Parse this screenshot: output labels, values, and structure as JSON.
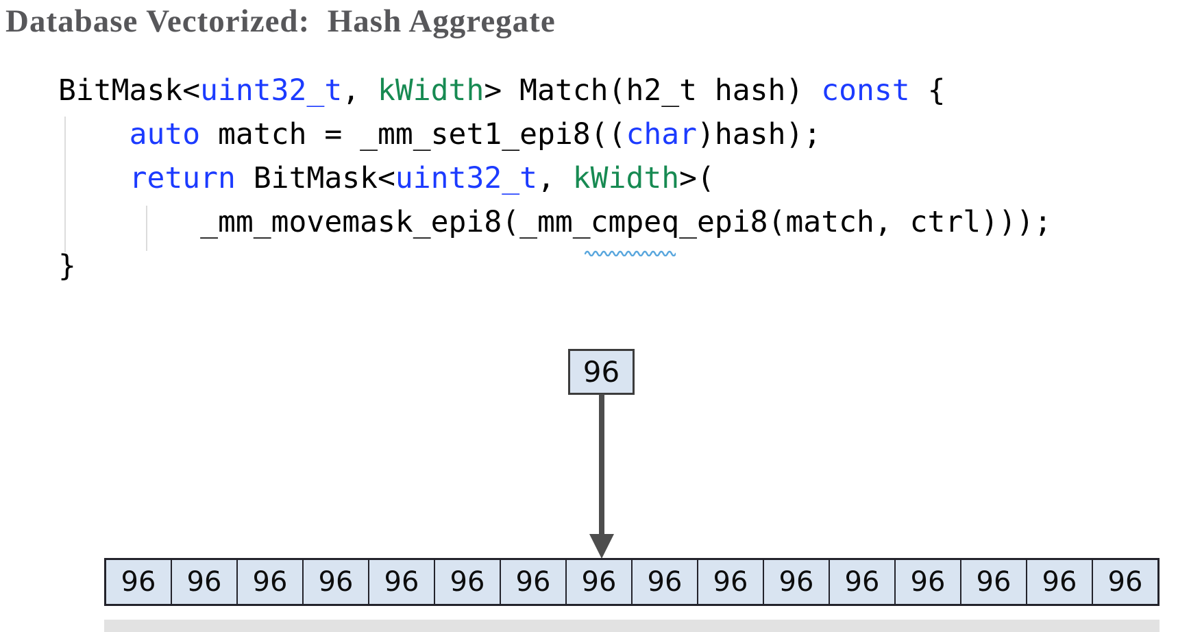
{
  "title": "Database Vectorized:  Hash Aggregate",
  "colors": {
    "title": "#57575a",
    "code_plain": "#000000",
    "code_keyword": "#1c3bff",
    "code_type": "#178a52",
    "cell_fill": "#d9e4f1",
    "cell_border": "#23232b",
    "box_border": "#3c3c3c",
    "arrow": "#4d4d4d",
    "squiggle": "#58a6dd",
    "indent_guide": "#dcdcdc"
  },
  "code": {
    "lines": [
      {
        "tokens": [
          {
            "text": "BitMask<",
            "style": "plain"
          },
          {
            "text": "uint32_t",
            "style": "keyword"
          },
          {
            "text": ", ",
            "style": "plain"
          },
          {
            "text": "kWidth",
            "style": "type"
          },
          {
            "text": "> Match(h2_t hash) ",
            "style": "plain"
          },
          {
            "text": "const",
            "style": "keyword"
          },
          {
            "text": " {",
            "style": "plain"
          }
        ]
      },
      {
        "tokens": [
          {
            "text": "    ",
            "style": "plain"
          },
          {
            "text": "auto",
            "style": "keyword"
          },
          {
            "text": " match = _mm_set1_epi8((",
            "style": "plain"
          },
          {
            "text": "char",
            "style": "keyword"
          },
          {
            "text": ")hash);",
            "style": "plain"
          }
        ]
      },
      {
        "tokens": [
          {
            "text": "    ",
            "style": "plain"
          },
          {
            "text": "return",
            "style": "keyword"
          },
          {
            "text": " BitMask<",
            "style": "plain"
          },
          {
            "text": "uint32_t",
            "style": "keyword"
          },
          {
            "text": ", ",
            "style": "plain"
          },
          {
            "text": "kWidth",
            "style": "type"
          },
          {
            "text": ">(",
            "style": "plain"
          }
        ]
      },
      {
        "tokens": [
          {
            "text": "        _mm_movemask_epi8(_mm_cmpeq_epi8(match, ctrl)));",
            "style": "plain"
          }
        ]
      },
      {
        "tokens": [
          {
            "text": "}",
            "style": "plain"
          }
        ]
      }
    ]
  },
  "diagram": {
    "source_box_value": "96",
    "target_cell_index": 7,
    "cells": [
      "96",
      "96",
      "96",
      "96",
      "96",
      "96",
      "96",
      "96",
      "96",
      "96",
      "96",
      "96",
      "96",
      "96",
      "96",
      "96"
    ]
  }
}
